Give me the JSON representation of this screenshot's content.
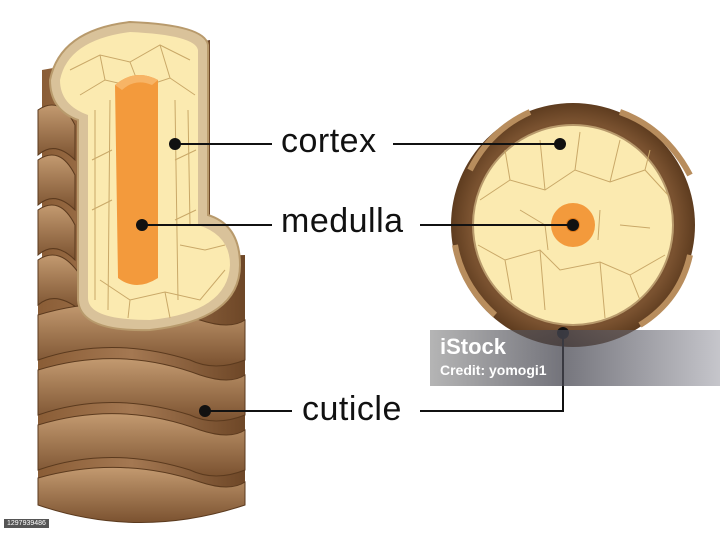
{
  "labels": {
    "cortex": "cortex",
    "medulla": "medulla",
    "cuticle": "cuticle"
  },
  "watermark": {
    "brand": "iStock",
    "credit": "Credit: yomogi1"
  },
  "stock_id": "1297939486",
  "colors": {
    "cortex_fill": "#fbeab0",
    "cortex_lines": "#c9a868",
    "cut_rim": "#d9c29a",
    "medulla": "#f39a3c",
    "cuticle_dark": "#7a5230",
    "cuticle_light": "#a57a4f"
  }
}
